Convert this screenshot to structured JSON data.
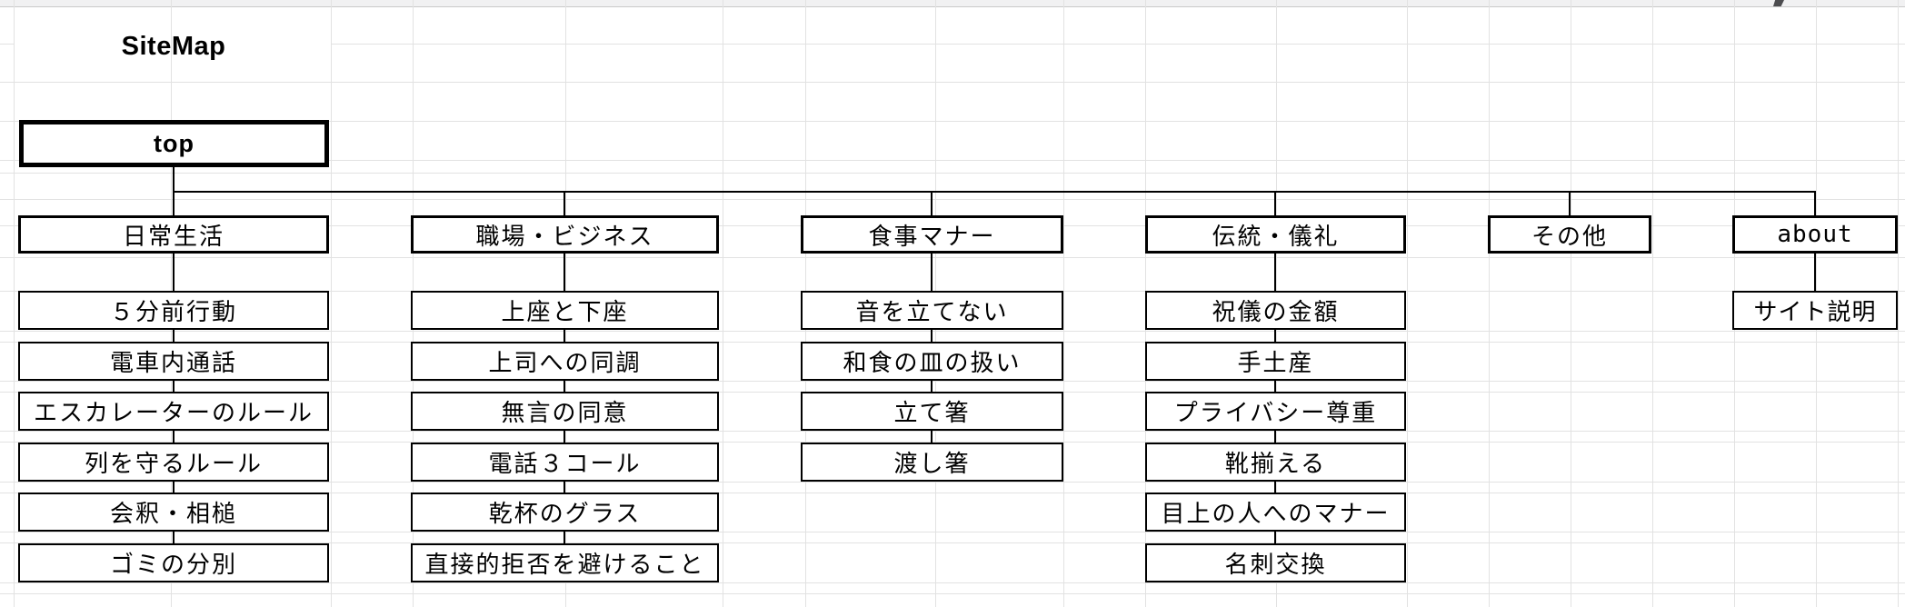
{
  "title": "SiteMap",
  "root": {
    "label": "top"
  },
  "columns": [
    {
      "label": "日常生活",
      "children": [
        "５分前行動",
        "電車内通話",
        "エスカレーターのルール",
        "列を守るルール",
        "会釈・相槌",
        "ゴミの分別"
      ]
    },
    {
      "label": "職場・ビジネス",
      "children": [
        "上座と下座",
        "上司への同調",
        "無言の同意",
        "電話３コール",
        "乾杯のグラス",
        "直接的拒否を避けること"
      ]
    },
    {
      "label": "食事マナー",
      "children": [
        "音を立てない",
        "和食の皿の扱い",
        "立て箸",
        "渡し箸"
      ]
    },
    {
      "label": "伝統・儀礼",
      "children": [
        "祝儀の金額",
        "手土産",
        "プライバシー尊重",
        "靴揃える",
        "目上の人へのマナー",
        "名刺交換"
      ]
    },
    {
      "label": "その他",
      "children": []
    },
    {
      "label": "about",
      "children": [
        "サイト説明"
      ],
      "variant": "mono"
    }
  ],
  "icons": {
    "cursor_artifact": "mouse-cursor-tip"
  },
  "colors": {
    "background": "#ffffff",
    "grid_line": "#e2e2e2",
    "header_band_fill": "#f1f1f2",
    "header_band_border": "#c9c9c9",
    "node_border": "#000000",
    "node_fill": "#ffffff",
    "connector": "#000000",
    "text": "#000000"
  }
}
